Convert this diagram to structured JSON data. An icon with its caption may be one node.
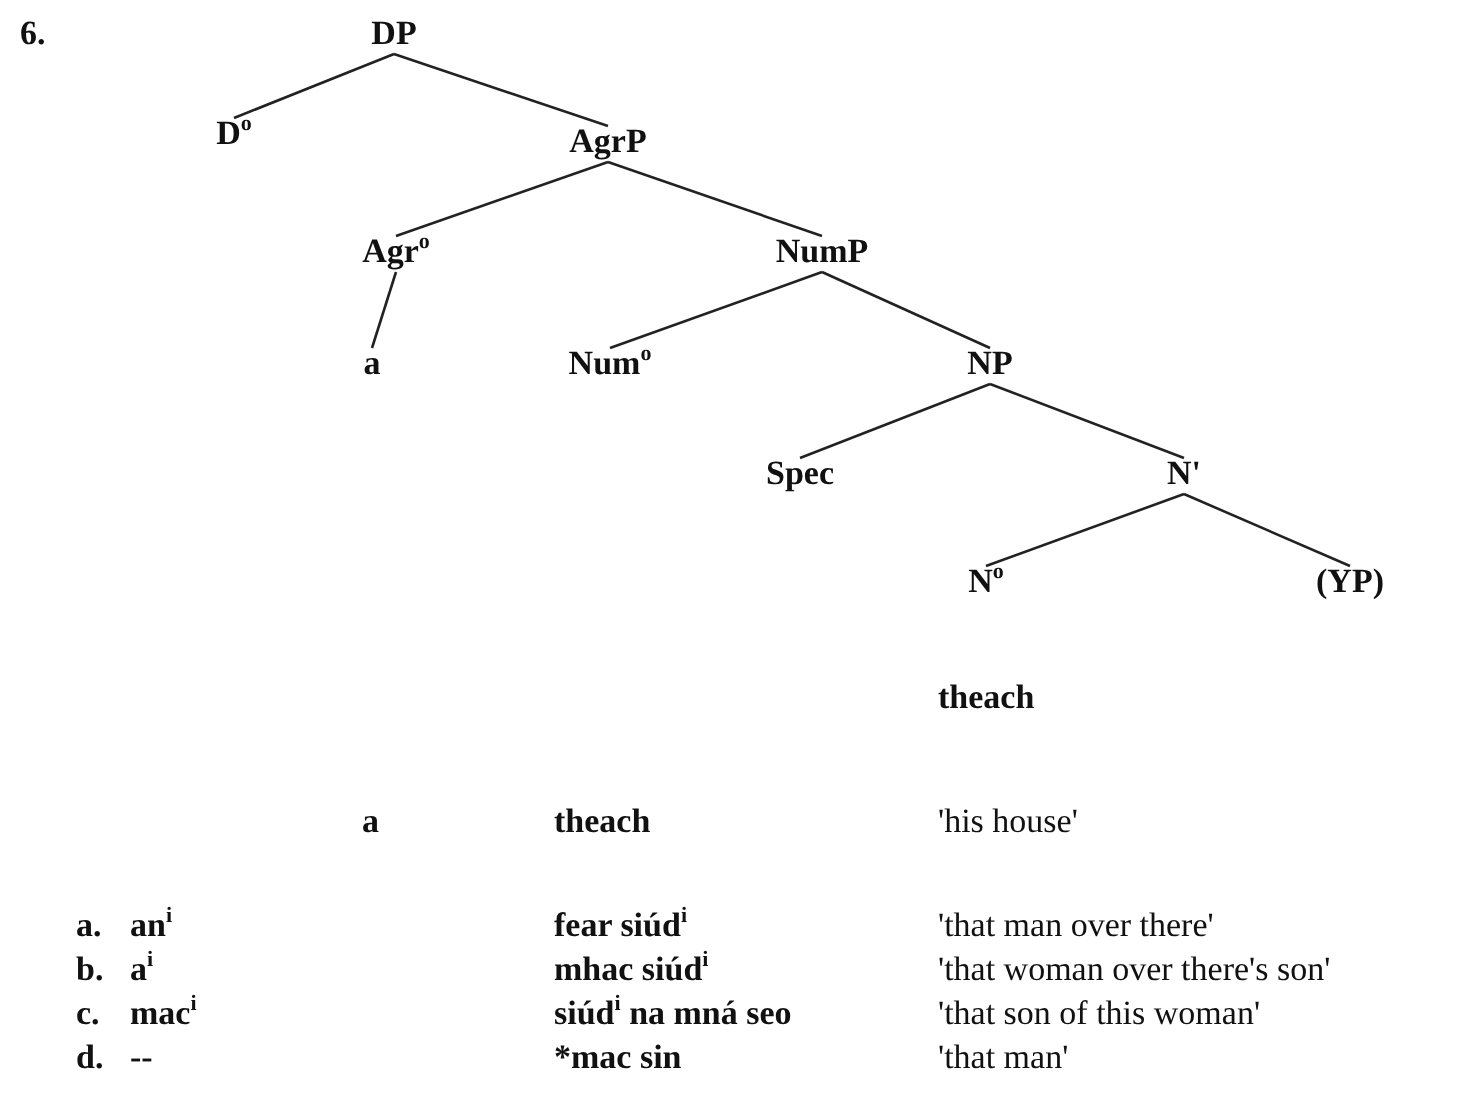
{
  "diagram": {
    "nodes": [
      {
        "text": [
          "DP"
        ]
      },
      {
        "text": [
          "D$^{o}$"
        ]
      },
      {
        "text": [
          "AgrP"
        ]
      },
      {
        "text": [
          "Agr$^{o}$"
        ]
      },
      {
        "text": [
          "a"
        ]
      },
      {
        "text": [
          "NumP"
        ]
      },
      {
        "text": [
          "Num$^{o}$"
        ]
      },
      {
        "text": [
          "NP"
        ]
      },
      {
        "text": [
          "Spec"
        ]
      },
      {
        "text": [
          "N'"
        ]
      },
      {
        "text": [
          "N$^{o}$"
        ]
      },
      {
        "text": [
          "(YP)"
        ]
      }
    ],
    "edges": [
      {
        "from": 0,
        "to": 1,
        "arrow": "none"
      },
      {
        "from": 0,
        "to": 2,
        "arrow": "none"
      },
      {
        "from": 2,
        "to": 3,
        "arrow": "none"
      },
      {
        "from": 2,
        "to": 5,
        "arrow": "none"
      },
      {
        "from": 3,
        "to": 4,
        "arrow": "none"
      },
      {
        "from": 5,
        "to": 6,
        "arrow": "none"
      },
      {
        "from": 5,
        "to": 7,
        "arrow": "none"
      },
      {
        "from": 7,
        "to": 8,
        "arrow": "none"
      },
      {
        "from": 7,
        "to": 9,
        "arrow": "none"
      },
      {
        "from": 9,
        "to": 10,
        "arrow": "none"
      },
      {
        "from": 9,
        "to": 11,
        "arrow": "none"
      }
    ],
    "labels": [
      "6.",
      "theach",
      "a",
      "theach",
      "'his house'",
      "a.",
      "an$^{i}$",
      "fear siúd$^{i}$",
      "'that man over there'",
      "b.",
      "a$^{i}$",
      "mhac siúd$^{i}$",
      "'that woman over there's son'",
      "c.",
      "mac$^{i}$",
      "siúd$^{i}$ na mná seo",
      "'that son of this woman'",
      "d.",
      "--",
      "*mac sin",
      "'that man'"
    ]
  }
}
